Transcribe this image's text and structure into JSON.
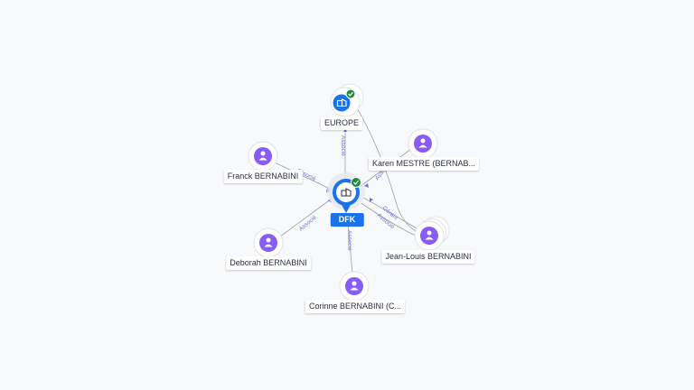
{
  "center": {
    "label": "DFK",
    "icon": "company-icon",
    "status": "verified-check-icon"
  },
  "colors": {
    "company": "#1a73e8",
    "person": "#8a5cf6",
    "verified": "#1e8e3e",
    "edge": "#9aa0b0",
    "edge_label": "#7a6fd6"
  },
  "nodes": [
    {
      "id": "europe",
      "label": "EUROPE",
      "kind": "company",
      "verified": true,
      "stacked": true
    },
    {
      "id": "karen",
      "label": "Karen MESTRE (BERNAB...",
      "kind": "person",
      "verified": false,
      "stacked": false
    },
    {
      "id": "franck",
      "label": "Franck BERNABINI",
      "kind": "person",
      "verified": false,
      "stacked": false
    },
    {
      "id": "deborah",
      "label": "Deborah BERNABINI",
      "kind": "person",
      "verified": false,
      "stacked": false
    },
    {
      "id": "corinne",
      "label": "Corinne BERNABINI (C...",
      "kind": "person",
      "verified": false,
      "stacked": false
    },
    {
      "id": "jeanlouis",
      "label": "Jean-Louis BERNABINI",
      "kind": "person",
      "verified": false,
      "stacked": true
    }
  ],
  "edges": [
    {
      "from": "europe",
      "label": "Associé"
    },
    {
      "from": "karen",
      "label": "Associé"
    },
    {
      "from": "franck",
      "label": "Associé"
    },
    {
      "from": "deborah",
      "label": "Associé"
    },
    {
      "from": "corinne",
      "label": "Associé"
    },
    {
      "from": "jeanlouis",
      "label": "Gérant"
    },
    {
      "from": "jeanlouis",
      "label": "Associé"
    }
  ]
}
